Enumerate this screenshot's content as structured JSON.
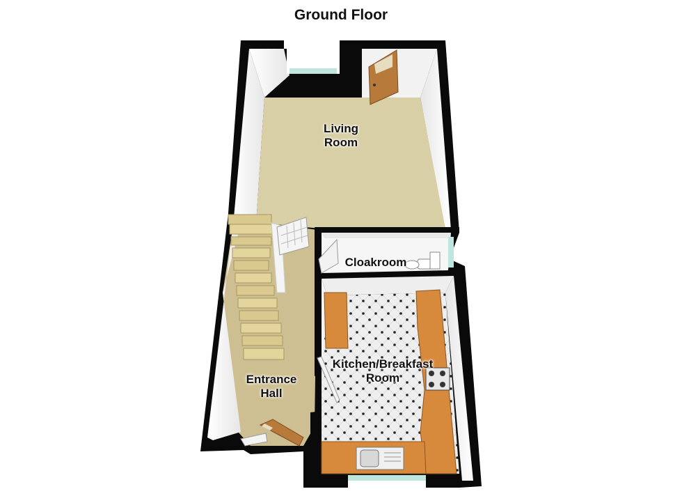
{
  "floor": {
    "title": "Ground Floor"
  },
  "rooms": [
    {
      "key": "living",
      "line1": "Living",
      "line2": "Room"
    },
    {
      "key": "cloak",
      "line1": "Cloakroom",
      "line2": ""
    },
    {
      "key": "kitchen",
      "line1": "Kitchen/Breakfast",
      "line2": "Room"
    },
    {
      "key": "hall",
      "line1": "Entrance",
      "line2": "Hall"
    }
  ],
  "colors": {
    "wall": "#0a0a0a",
    "wall_inner": "#f4f4f4",
    "carpet": "#d8cfa6",
    "hall_floor": "#cdbf92",
    "tile": "#eeeeee",
    "tile_dot": "#222222",
    "worktop": "#d88a3c",
    "door_wood": "#b87a3a",
    "window_glass": "#bfe6de"
  }
}
